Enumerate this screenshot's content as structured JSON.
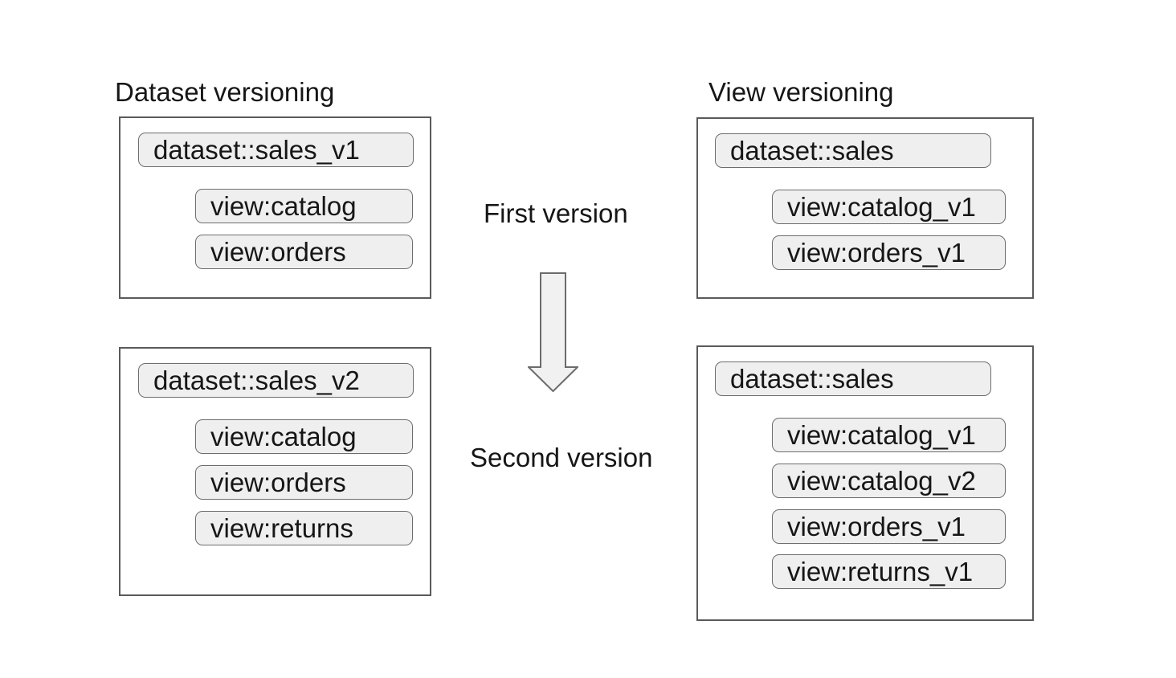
{
  "left_column": {
    "title": "Dataset versioning",
    "boxes": [
      {
        "dataset": "dataset::sales_v1",
        "views": [
          "view:catalog",
          "view:orders"
        ]
      },
      {
        "dataset": "dataset::sales_v2",
        "views": [
          "view:catalog",
          "view:orders",
          "view:returns"
        ]
      }
    ]
  },
  "right_column": {
    "title": "View versioning",
    "boxes": [
      {
        "dataset": "dataset::sales",
        "views": [
          "view:catalog_v1",
          "view:orders_v1"
        ]
      },
      {
        "dataset": "dataset::sales",
        "views": [
          "view:catalog_v1",
          "view:catalog_v2",
          "view:orders_v1",
          "view:returns_v1"
        ]
      }
    ]
  },
  "middle": {
    "first_version_label": "First version",
    "second_version_label": "Second version",
    "arrow_icon": "down-arrow-icon"
  },
  "colors": {
    "background": "#ffffff",
    "text": "#161616",
    "box_border": "#5a5a5a",
    "pill_fill": "#efefef",
    "pill_border": "#6d6d6d",
    "arrow_fill": "#f1f1f1",
    "arrow_stroke": "#6b6b6b"
  }
}
